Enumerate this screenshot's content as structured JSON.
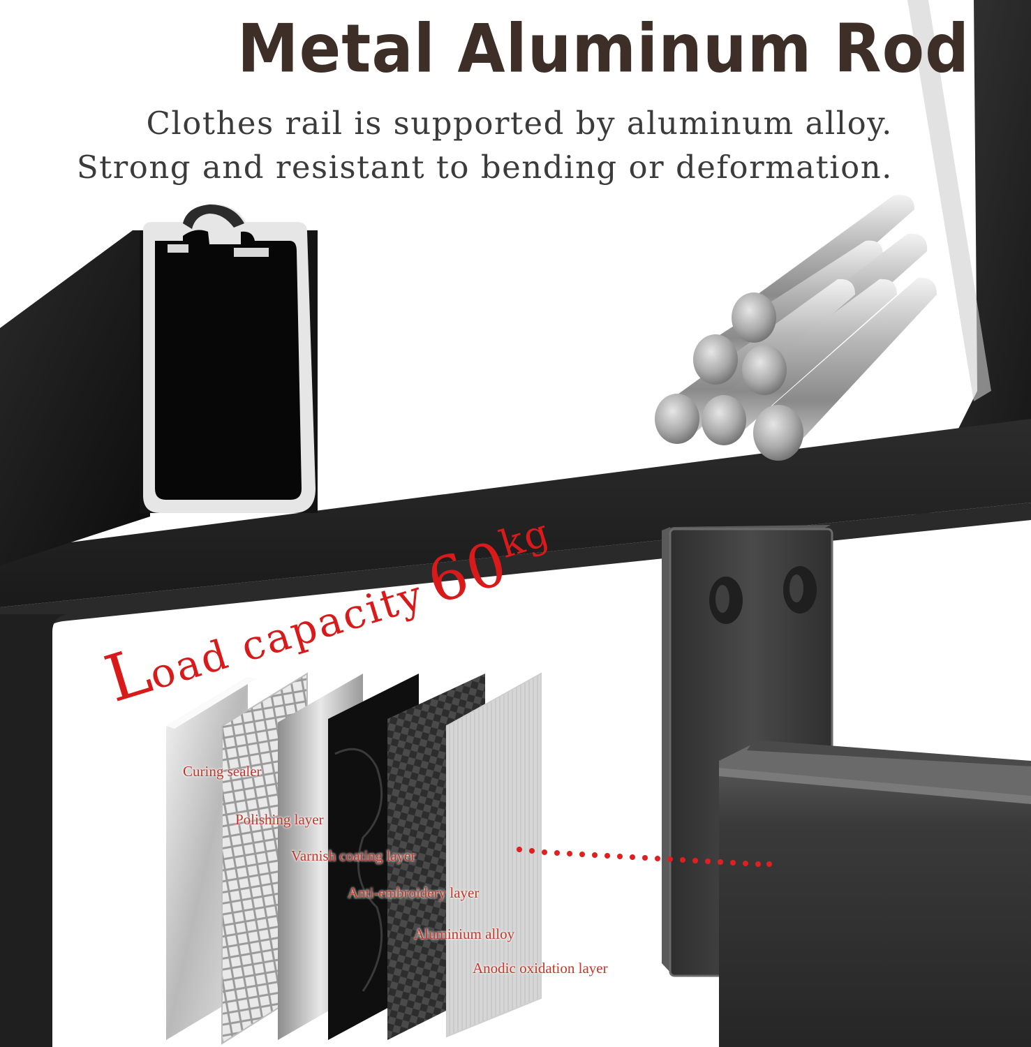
{
  "headline": "Metal Aluminum Rod",
  "description": {
    "line1": "Clothes rail is supported by aluminum alloy.",
    "line2": "Strong and resistant to bending or deformation."
  },
  "load": {
    "first_letter": "L",
    "rest": "oad capacity",
    "number": "60",
    "unit": "kg"
  },
  "layers": [
    "Curing sealer",
    "Polishing layer",
    "Varnish coating layer",
    "Anti-embroidery layer",
    "Aluminium alloy",
    "Anodic oxidation layer"
  ],
  "colors": {
    "headline": "#3d2f27",
    "body_text": "#3b3b3b",
    "accent_red": "#d91a1a",
    "rail_black": "#1c1c1c",
    "bracket_grey": "#3a3a3a"
  }
}
